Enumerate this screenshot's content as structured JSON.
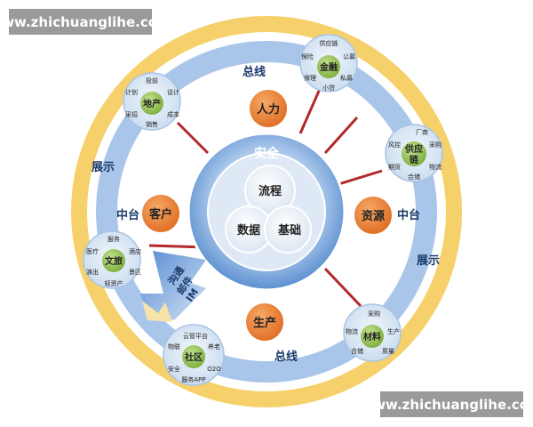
{
  "watermark_top": "www.zhichuanglihe.com",
  "watermark_bottom": "www.zhichuanglihe.com",
  "center": {
    "top": "安全",
    "items": [
      "流程",
      "数据",
      "基础"
    ]
  },
  "middle_labels": {
    "top": "总线",
    "bottom": "总线",
    "left": "中台",
    "right": "中台",
    "outer_left": "展示",
    "outer_right": "展示"
  },
  "orange_nodes": {
    "top": "人力",
    "right": "资源",
    "bottom": "生产",
    "left": "客户"
  },
  "arrow_text": [
    "沟通",
    "邮件",
    "IM"
  ],
  "satellites": {
    "finance": {
      "title": "金融",
      "items": [
        "供应链",
        "保险",
        "公募",
        "保理",
        "私募",
        "小贷"
      ]
    },
    "real_estate": {
      "title": "地产",
      "items": [
        "投前",
        "计划",
        "设计",
        "采招",
        "成本",
        "销售"
      ]
    },
    "supply_chain": {
      "title": "供应\n链",
      "items": [
        "厂商",
        "风控",
        "采购",
        "期货",
        "物流",
        "合储"
      ]
    },
    "culture": {
      "title": "文旅",
      "items": [
        "服务",
        "医疗",
        "酒店",
        "演出",
        "景区",
        "轻资产"
      ]
    },
    "community": {
      "title": "社区",
      "items": [
        "云管平台",
        "物联",
        "养老",
        "安全",
        "O2O",
        "服务APP"
      ]
    },
    "materials": {
      "title": "材料",
      "items": [
        "采购",
        "物流",
        "生产",
        "合储",
        "质量"
      ]
    }
  },
  "colors": {
    "outer_ring": "#f5c953",
    "mid_ring": "#a9c6ea",
    "center": "#5b8fd0",
    "orange": "#e77b2f",
    "spoke": "#b2292b",
    "satellite_core": "#8fc04e"
  }
}
